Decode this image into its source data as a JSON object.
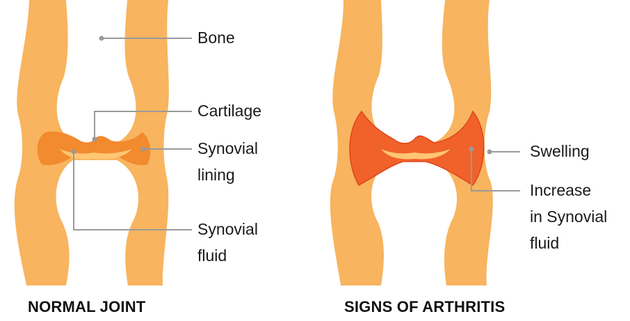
{
  "colors": {
    "bone": "#f8b45f",
    "bone_inner": "#ffffff",
    "synovial_lining": "#f28a2e",
    "synovial_fluid": "#ffc674",
    "swelling": "#f0622a",
    "leader_line": "#9a9a9a"
  },
  "normal_joint": {
    "caption": "NORMAL JOINT",
    "labels": {
      "bone": "Bone",
      "cartilage": "Cartilage",
      "synovial_lining_1": "Synovial",
      "synovial_lining_2": "lining",
      "synovial_fluid_1": "Synovial",
      "synovial_fluid_2": "fluid"
    }
  },
  "arthritis_joint": {
    "caption": "SIGNS OF ARTHRITIS",
    "labels": {
      "swelling": "Swelling",
      "increase_1": "Increase",
      "increase_2": "in Synovial",
      "increase_3": "fluid"
    }
  }
}
